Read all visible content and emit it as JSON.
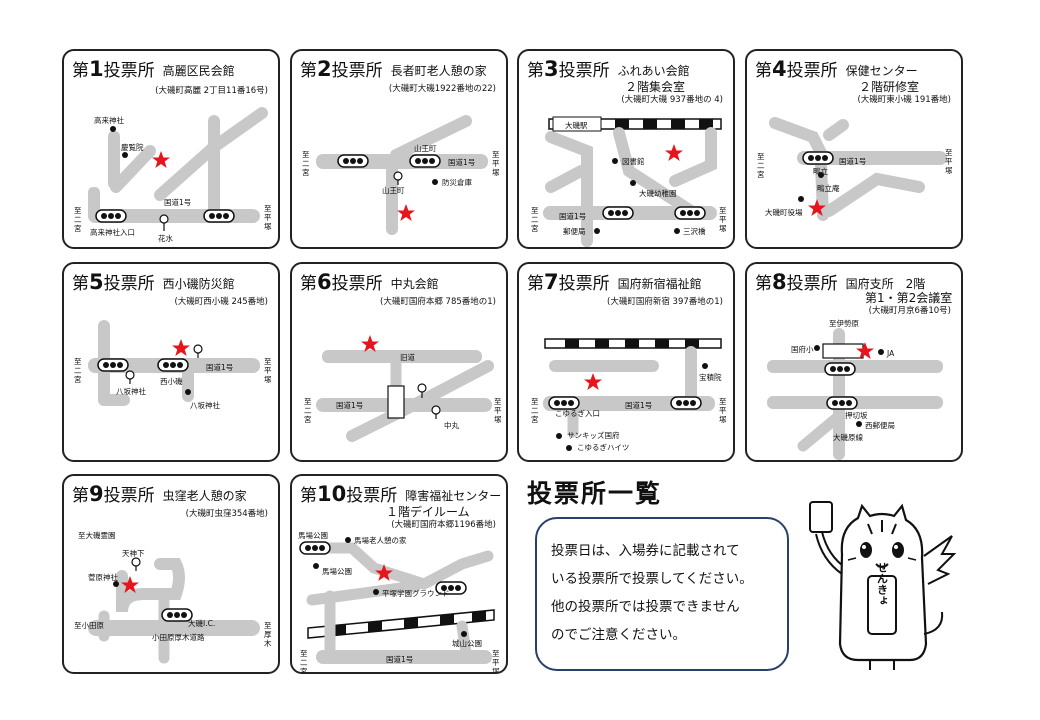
{
  "page_title": "投票所一覧",
  "notice_lines": [
    "投票日は、入場券に記載されて",
    "いる投票所で投票してください。",
    "他の投票所では投票できません",
    "のでご注意ください。"
  ],
  "mascot_label": "せんきょ",
  "prefix": "第",
  "suffix": "投票所",
  "stations": [
    {
      "number": "1",
      "venue": "高麗区民会館",
      "venue2": "",
      "address": "(大磯町高麗 2丁目11番16号)",
      "labels": [
        "高来神社",
        "慶覧院",
        "国道1号",
        "至二宮",
        "至平塚",
        "高来神社入口",
        "花水"
      ]
    },
    {
      "number": "2",
      "venue": "長者町老人憩の家",
      "venue2": "",
      "address": "(大磯町大磯1922番地の22)",
      "labels": [
        "山王町",
        "国道1号",
        "至二宮",
        "至平塚",
        "山王町",
        "防災倉庫"
      ]
    },
    {
      "number": "3",
      "venue": "ふれあい会館",
      "venue2": "２階集会室",
      "address": "(大磯町大磯 937番地の 4)",
      "labels": [
        "大磯駅",
        "図書館",
        "大磯幼稚園",
        "国道1号",
        "至二宮",
        "至平塚",
        "郵便局",
        "三沢橋"
      ]
    },
    {
      "number": "4",
      "venue": "保健センター",
      "venue2": "２階研修室",
      "address": "(大磯町東小磯 191番地)",
      "labels": [
        "国道1号",
        "至二宮",
        "至平塚",
        "鴫立",
        "鴫立庵",
        "大磯町役場"
      ]
    },
    {
      "number": "5",
      "venue": "西小磯防災館",
      "venue2": "",
      "address": "(大磯町西小磯 245番地)",
      "labels": [
        "国道1号",
        "至二宮",
        "至平塚",
        "西小磯",
        "八坂神社",
        "八坂神社"
      ]
    },
    {
      "number": "6",
      "venue": "中丸会館",
      "venue2": "",
      "address": "(大磯町国府本郷 785番地の1)",
      "labels": [
        "旧道",
        "国道1号",
        "至二宮",
        "至平塚",
        "中丸"
      ]
    },
    {
      "number": "7",
      "venue": "国府新宿福祉館",
      "venue2": "",
      "address": "(大磯町国府新宿 397番地の1)",
      "labels": [
        "宝積院",
        "こゆるぎ入口",
        "国道1号",
        "至二宮",
        "至平塚",
        "サンキッズ国府",
        "こゆるぎハイツ"
      ]
    },
    {
      "number": "8",
      "venue": "国府支所　2階",
      "venue2": "第1・第2会議室",
      "address": "(大磯町月京6番10号)",
      "labels": [
        "至伊勢原",
        "国府小",
        "JA",
        "西郵便局",
        "押切坂",
        "大磯原線"
      ]
    },
    {
      "number": "9",
      "venue": "虫窪老人憩の家",
      "venue2": "",
      "address": "(大磯町虫窪354番地)",
      "labels": [
        "至大磯霊園",
        "天神下",
        "菅原神社",
        "大磯I.C.",
        "小田原厚木道路",
        "至小田原",
        "至厚木"
      ]
    },
    {
      "number": "10",
      "venue": "障害福祉センター",
      "venue2": "１階デイルーム",
      "address": "(大磯町国府本郷1196番地)",
      "labels": [
        "馬場公園",
        "馬場老人憩の家",
        "馬場公園",
        "平塚学園グラウンド",
        "城山公園",
        "国道1号",
        "至二宮",
        "至平塚"
      ]
    }
  ],
  "colors": {
    "road": "#c8c8c8",
    "star": "#e8141c",
    "border": "#222222",
    "notice_border": "#2a3f6a"
  },
  "icons": [
    "star-icon",
    "traffic-signal-icon",
    "railway-icon",
    "bus-stop-icon",
    "landmark-dot-icon"
  ]
}
